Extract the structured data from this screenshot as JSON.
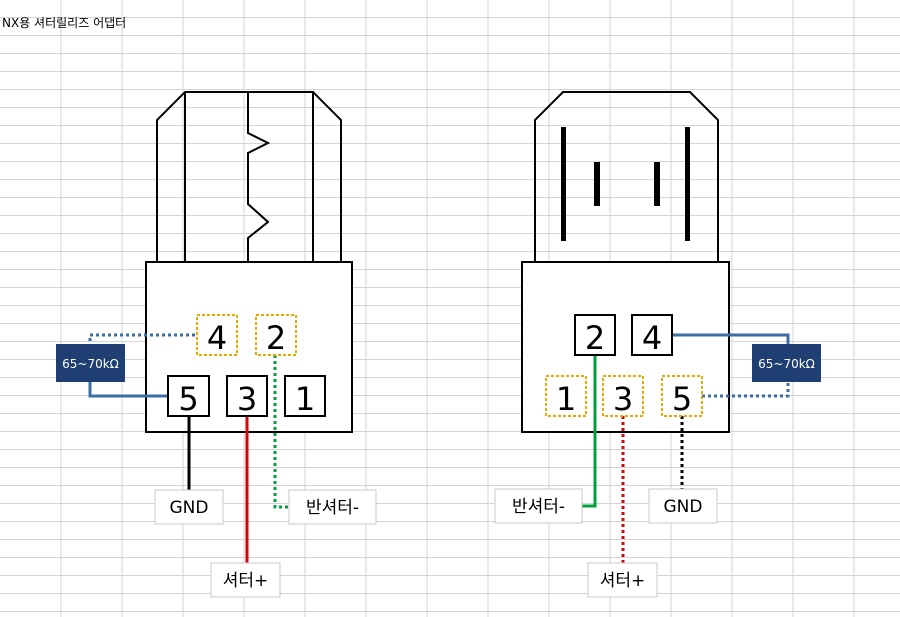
{
  "title": "NX용 셔터릴리즈 어댑터",
  "colors": {
    "outline": "#000000",
    "grid": "#d4d4d4",
    "dashed_box": "#e8a800",
    "resistor_fill": "#1f3f73",
    "resistor_wire": "#3a6ea5",
    "wire_gnd": "#000000",
    "wire_shutter": "#e00000",
    "wire_half": "#00a040"
  },
  "icons": {
    "left_connector": "plug-connector-icon",
    "right_connector": "socket-connector-icon"
  },
  "left": {
    "pins": {
      "p4": "4",
      "p2": "2",
      "p5": "5",
      "p3": "3",
      "p1": "1"
    },
    "resistor": "65~70kΩ",
    "labels": {
      "gnd": "GND",
      "half": "반셔터-",
      "shutter": "셔터+"
    }
  },
  "right": {
    "pins": {
      "p2": "2",
      "p4": "4",
      "p1": "1",
      "p3": "3",
      "p5": "5"
    },
    "resistor": "65~70kΩ",
    "labels": {
      "half": "반셔터-",
      "gnd": "GND",
      "shutter": "셔터+"
    }
  }
}
